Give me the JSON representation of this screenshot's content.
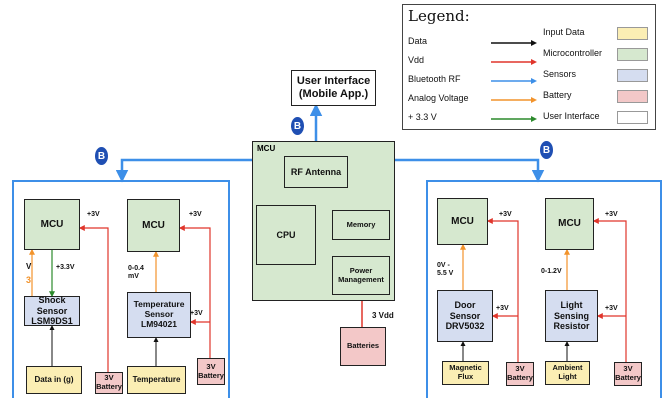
{
  "legend": {
    "title": "Legend:",
    "lines": [
      {
        "label": "Data",
        "color": "#111111"
      },
      {
        "label": "Vdd",
        "color": "#e0352b"
      },
      {
        "label": "Bluetooth RF",
        "color": "#3d8fe8"
      },
      {
        "label": "Analog Voltage",
        "color": "#f2932b"
      },
      {
        "label": "+ 3.3 V",
        "color": "#2c8a2c"
      }
    ],
    "blocks": [
      {
        "label": "Input Data",
        "color": "#fbeeb4"
      },
      {
        "label": "Microcontroller",
        "color": "#d6e8cf"
      },
      {
        "label": "Sensors",
        "color": "#d5ddf0"
      },
      {
        "label": "Battery",
        "color": "#f3c8c8"
      },
      {
        "label": "User Interface",
        "color": "#ffffff"
      }
    ]
  },
  "bluetooth_icon": "B",
  "user_interface": "User Interface\n(Mobile App.)",
  "central": {
    "title": "MCU",
    "rf_antenna": "RF Antenna",
    "cpu": "CPU",
    "memory": "Memory",
    "power_management": "Power\nManagement",
    "batteries": "Batteries",
    "vdd_label": "3 Vdd"
  },
  "left_panel": {
    "mcu1": "MCU",
    "mcu2": "MCU",
    "shock_sensor": "Shock\nSensor\nLSM9DS1",
    "temp_sensor": "Temperature\nSensor\nLM94021",
    "data_in": "Data in (g)",
    "temperature": "Temperature",
    "battery1": "3V\nBattery",
    "battery2": "3V\nBattery",
    "lbl_3v_a": "+3V",
    "lbl_3v_b": "+3V",
    "lbl_3v_c": "+3V",
    "lbl_33v": "+3.3V",
    "lbl_v": "V",
    "lbl_3": "3",
    "lbl_temp_range": "0-0.4\nmV"
  },
  "right_panel": {
    "mcu1": "MCU",
    "mcu2": "MCU",
    "door_sensor": "Door\nSensor\nDRV5032",
    "light_sensor": "Light\nSensing\nResistor",
    "magnetic_flux": "Magnetic\nFlux",
    "ambient_light": "Ambient\nLight",
    "battery1": "3V\nBattery",
    "battery2": "3V\nBattery",
    "lbl_3v_a": "+3V",
    "lbl_3v_b": "+3V",
    "lbl_3v_c": "+3V",
    "lbl_3v_d": "+3V",
    "lbl_door_range": "0V -\n5.5 V",
    "lbl_light_range": "0-1.2V"
  }
}
